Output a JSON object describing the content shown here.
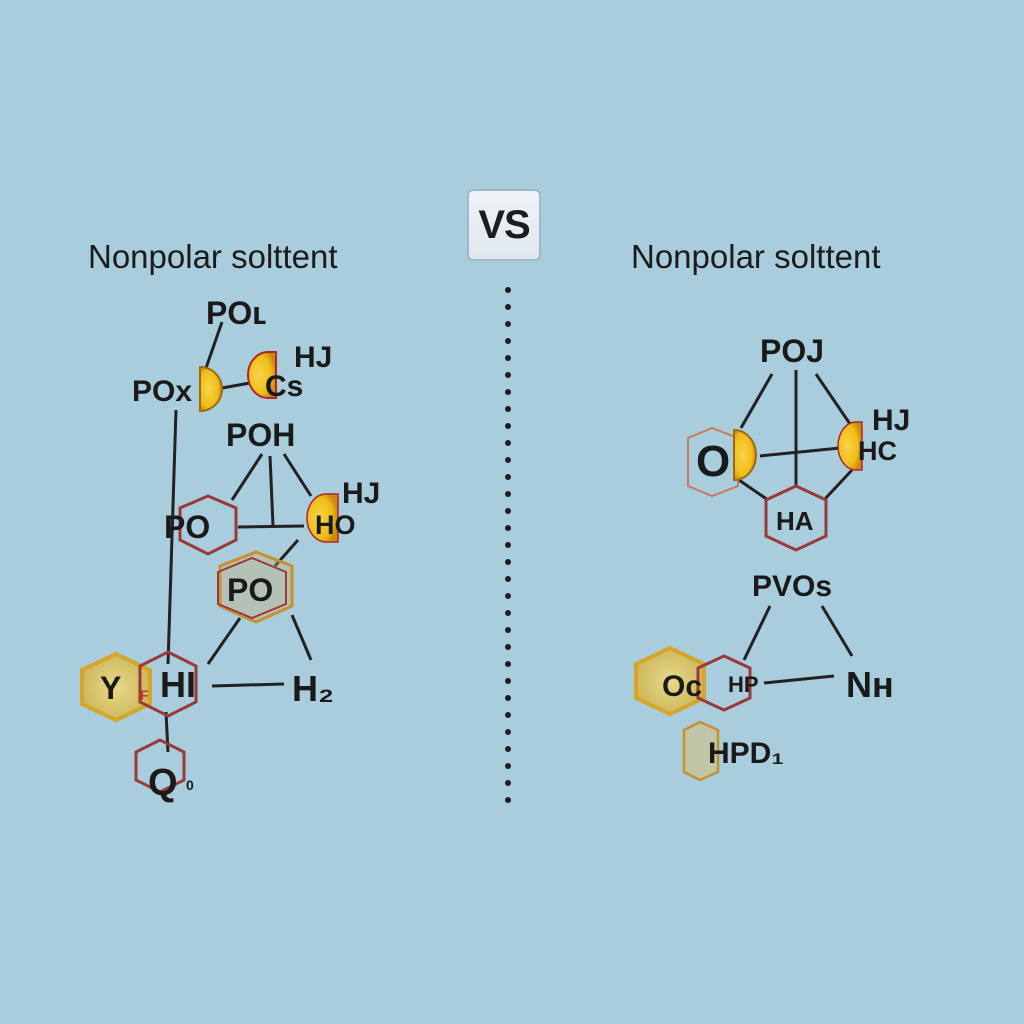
{
  "header": {
    "vs_label": "VS",
    "left_title": "Nonpolar solttent",
    "right_title": "Nonpolar solttent"
  },
  "left_panel": {
    "labels": {
      "p_ol": "POʟ",
      "hj_top": "HJ",
      "cs": "Cs",
      "pox": "POx",
      "poh": "POH",
      "hj_mid": "HJ",
      "p_o": "PO",
      "ho": "HO",
      "po_ring": "PO",
      "y": "Y",
      "hi": "HI",
      "h2": "H₂",
      "q": "Q",
      "q_sub": "0",
      "y_sub": "F"
    }
  },
  "right_panel": {
    "labels": {
      "poj": "POJ",
      "hj": "HJ",
      "hc": "HC",
      "o": "O",
      "ha": "HA",
      "pvos": "PVOs",
      "nh": "Nʜ",
      "oc": "Oc",
      "hp": "HP",
      "hpd1": "HPD₁"
    }
  },
  "colors": {
    "background": "#a9cddd",
    "yellow_node": "#f2c21e",
    "ring_red": "#9a3a3a",
    "ring_gold": "#d8a63a",
    "line": "#222222"
  }
}
